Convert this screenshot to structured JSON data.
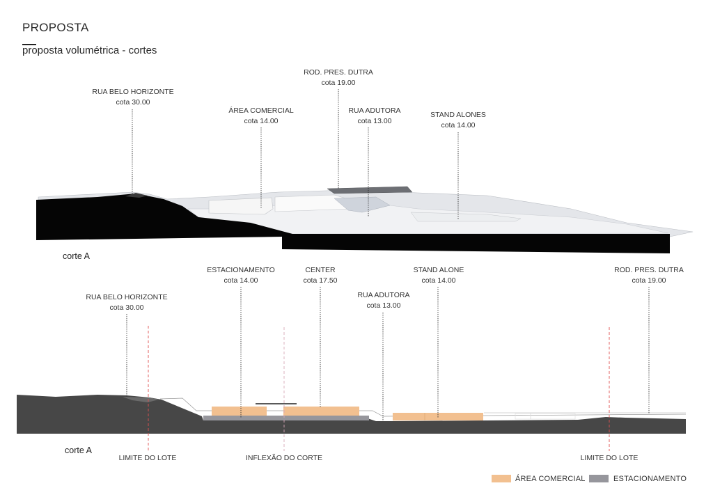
{
  "page": {
    "title": "PROPOSTA",
    "subtitle": "proposta volumétrica - cortes"
  },
  "section_top": {
    "caption": "corte A",
    "labels": [
      {
        "name": "RUA BELO HORIZONTE",
        "cota": "cota 30.00"
      },
      {
        "name": "ÁREA COMERCIAL",
        "cota": "cota 14.00"
      },
      {
        "name": "ROD. PRES. DUTRA",
        "cota": "cota 19.00"
      },
      {
        "name": "RUA ADUTORA",
        "cota": "cota 13.00"
      },
      {
        "name": "STAND ALONES",
        "cota": "cota 14.00"
      }
    ]
  },
  "section_bottom": {
    "caption": "corte A",
    "labels": [
      {
        "name": "RUA BELO HORIZONTE",
        "cota": "cota 30.00"
      },
      {
        "name": "ESTACIONAMENTO",
        "cota": "cota 14.00"
      },
      {
        "name": "CENTER",
        "cota": "cota 17.50"
      },
      {
        "name": "RUA ADUTORA",
        "cota": "cota 13.00"
      },
      {
        "name": "STAND ALONE",
        "cota": "cota 14.00"
      },
      {
        "name": "ROD. PRES. DUTRA",
        "cota": "cota 19.00"
      }
    ],
    "markers": [
      "LIMITE DO LOTE",
      "INFLEXÃO DO CORTE",
      "LIMITE DO LOTE"
    ]
  },
  "legend": [
    {
      "label": "ÁREA COMERCIAL",
      "color": "#f2c090"
    },
    {
      "label": "ESTACIONAMENTO",
      "color": "#96969c"
    }
  ]
}
